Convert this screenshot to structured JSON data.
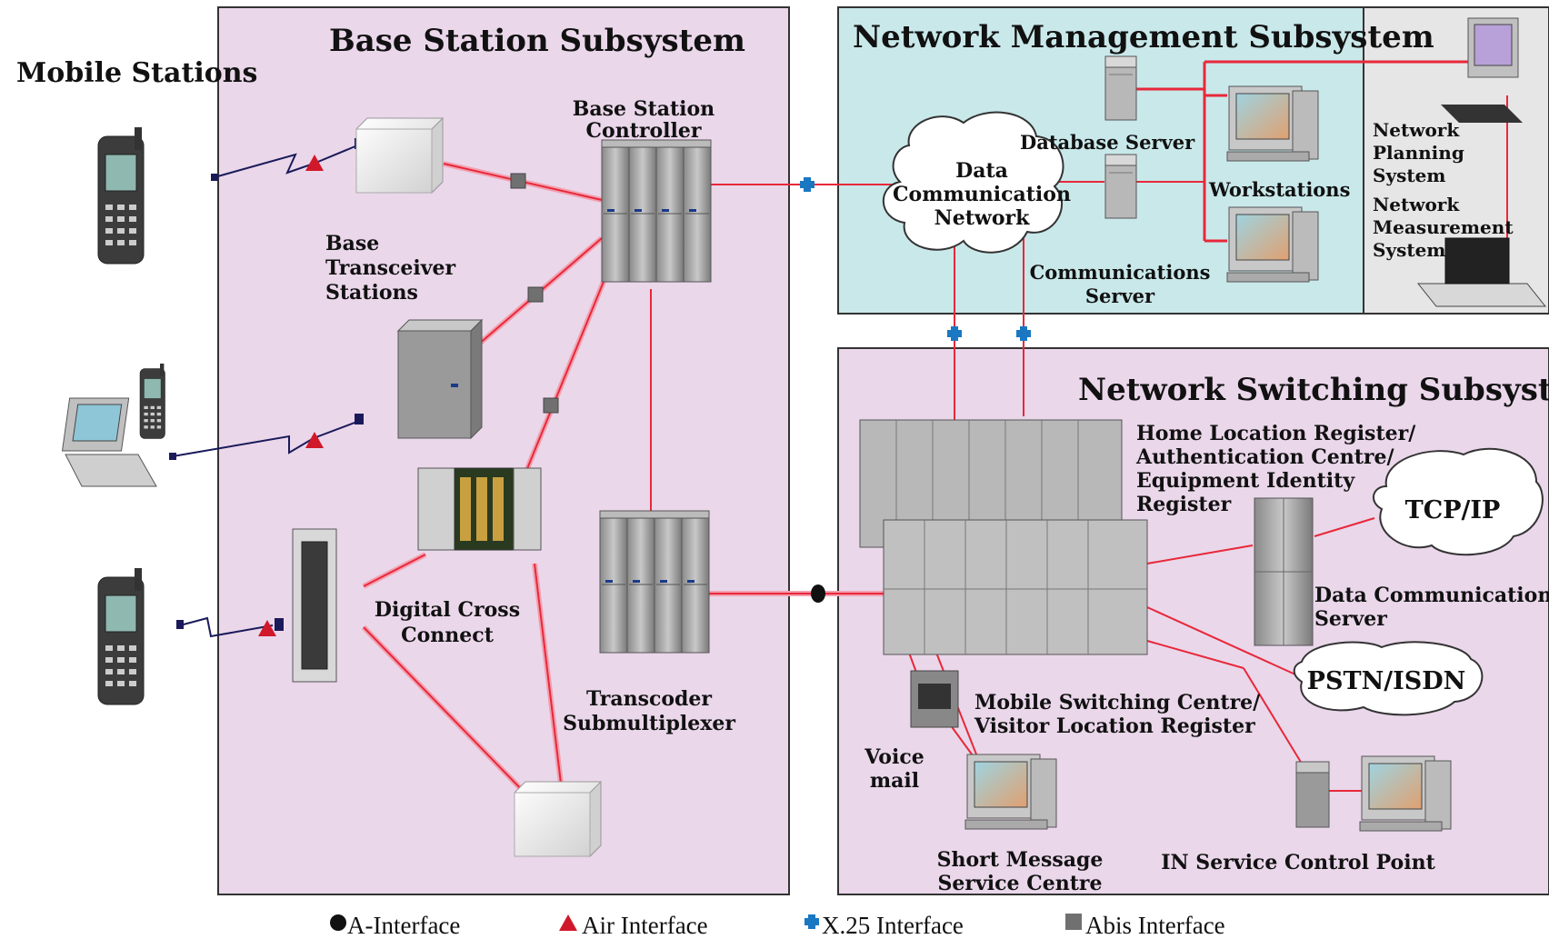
{
  "titles": {
    "mobile_stations": "Mobile Stations",
    "bss": "Base Station Subsystem",
    "nms": "Network Management Subsystem",
    "nss": "Network Switching Subsystem"
  },
  "labels": {
    "bsc": [
      "Base Station",
      "Controller"
    ],
    "bts": [
      "Base",
      "Transceiver",
      "Stations"
    ],
    "dcc": [
      "Digital Cross",
      "Connect"
    ],
    "tsm": [
      "Transcoder",
      "Submultiplexer"
    ],
    "dcn": [
      "Data",
      "Communication",
      "Network"
    ],
    "db_server": "Database Server",
    "workstations": "Workstations",
    "comm_server": [
      "Communications",
      "Server"
    ],
    "nps": [
      "Network",
      "Planning",
      "System"
    ],
    "nmeas": [
      "Network",
      "Measurement",
      "System"
    ],
    "hlr": [
      "Home Location Register/",
      "Authentication Centre/",
      "Equipment Identity",
      "Register"
    ],
    "tcpip": "TCP/IP",
    "dcs": [
      "Data Communications",
      "Server"
    ],
    "pstn": "PSTN/ISDN",
    "msc": [
      "Mobile Switching Centre/",
      "Visitor Location Register"
    ],
    "voicemail": [
      "Voice",
      "mail"
    ],
    "smsc": [
      "Short Message",
      "Service Centre"
    ],
    "scp": "IN Service Control Point"
  },
  "legend": {
    "a": "A-Interface",
    "air": "Air Interface",
    "x25": "X.25 Interface",
    "abis": "Abis Interface"
  },
  "colors": {
    "bss_bg": "#ead7ea",
    "nms_bg": "#c9e8ea",
    "nms_side_bg": "#e6e6e6",
    "nss_bg": "#ead7ea",
    "link": "#e8283a",
    "link_light": "#f2a0b0",
    "x25": "#1a78c2",
    "abis": "#707070",
    "air": "#d0182a"
  }
}
